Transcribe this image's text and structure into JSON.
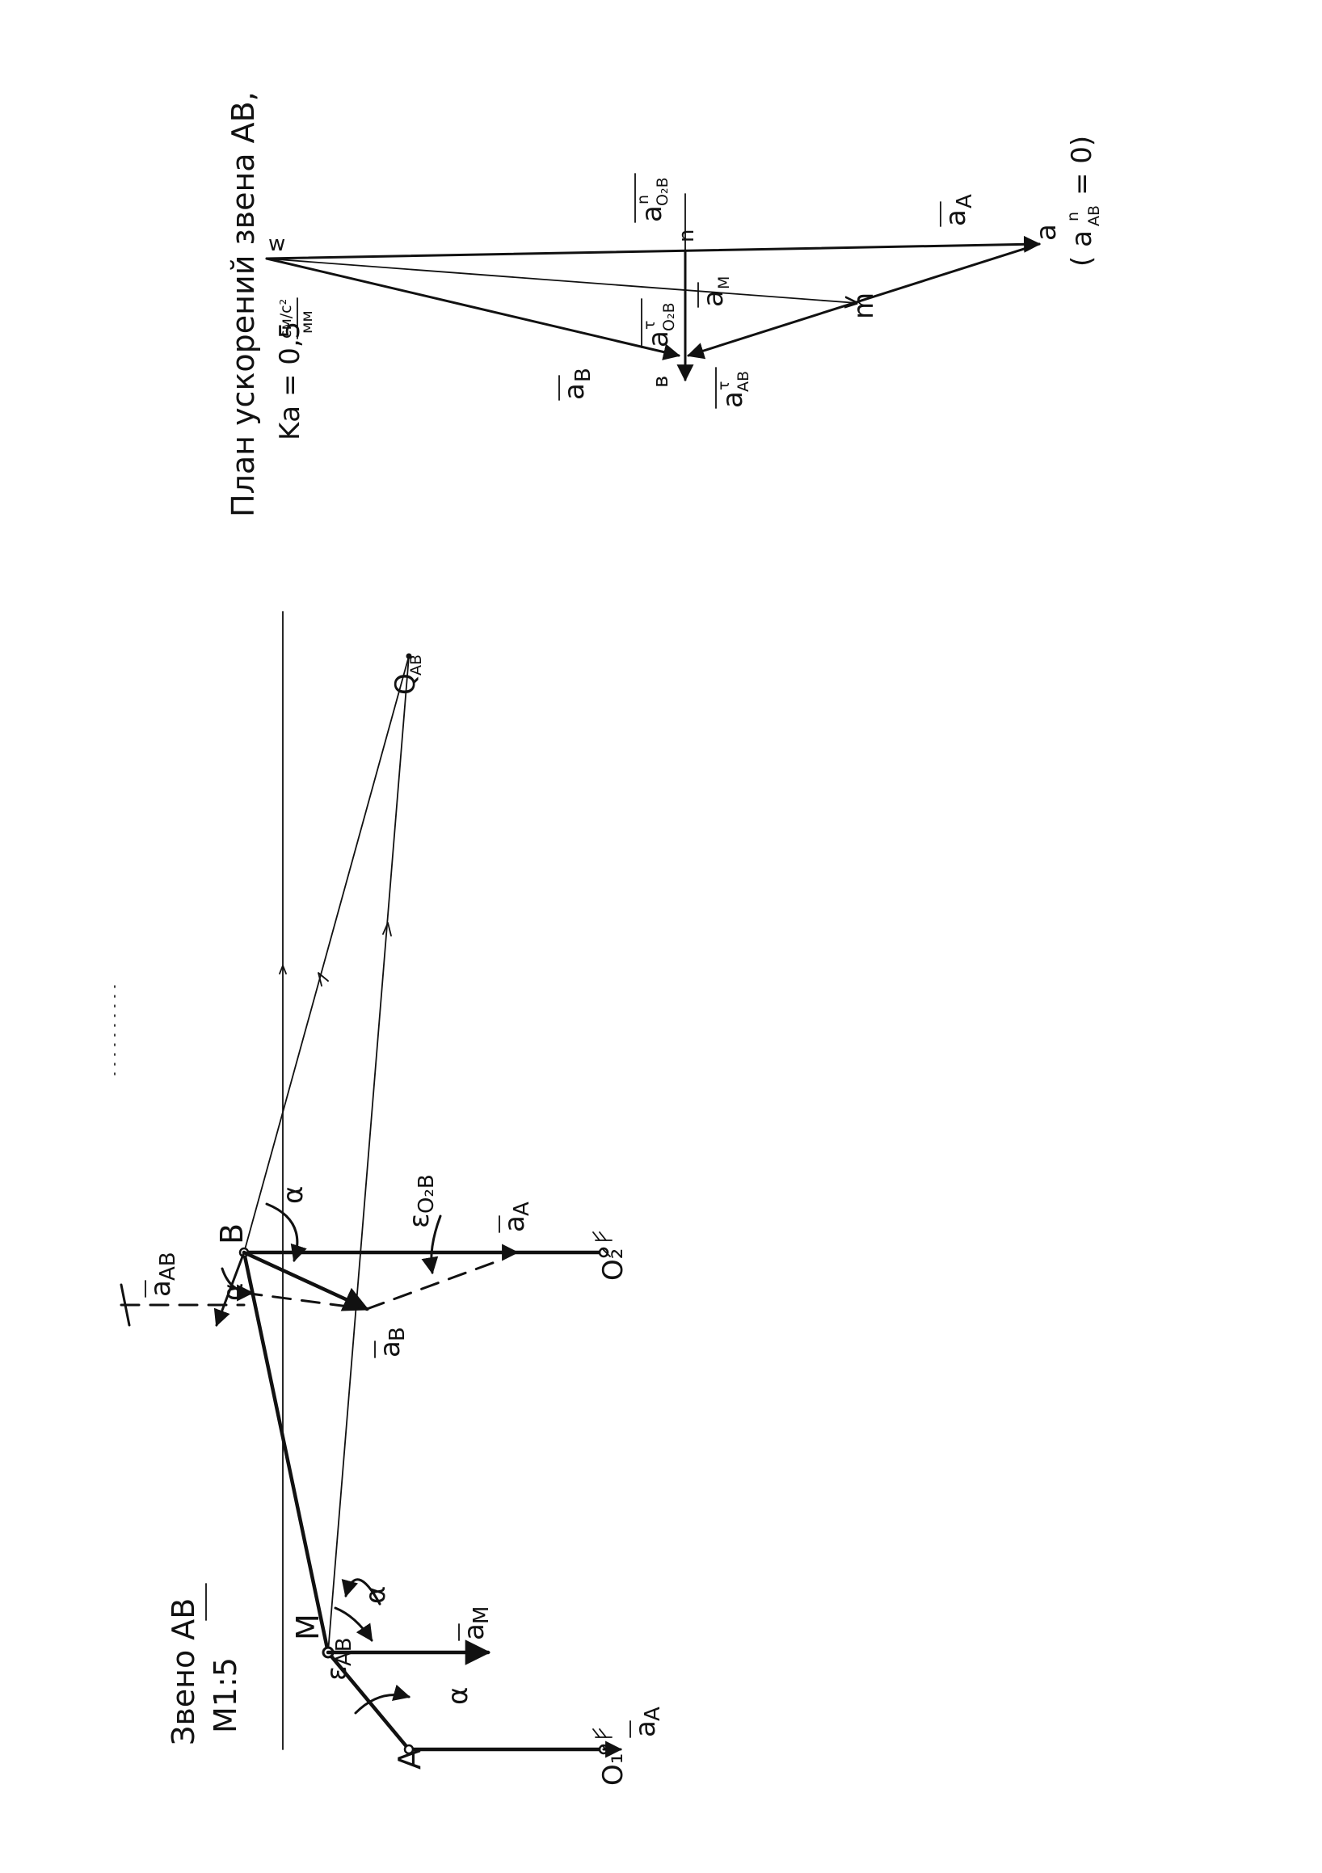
{
  "link_drawing": {
    "title": "Звено АВ",
    "scale": "М1:5",
    "points": {
      "A": "A",
      "M": "M",
      "B": "B",
      "O1": "O₁",
      "O2": "O₂",
      "Q": "Q"
    },
    "q_subscript": "AB",
    "vectors": {
      "aA_base": "a",
      "aA_sub": "A",
      "aM_base": "a",
      "aM_sub": "M",
      "aB_base": "a",
      "aB_sub": "B",
      "aAB_base": "a",
      "aAB_sub": "AB"
    },
    "angles": {
      "alpha": "α"
    },
    "eps_AB_base": "ε",
    "eps_AB_sub": "AB",
    "eps_O2B_base": "ε",
    "eps_O2B_sub": "O₂B"
  },
  "acceleration_plan": {
    "title_line1": "План ускорений звена АВ,",
    "title_line2": "Kа = 0,5",
    "scale_units": "см/с²",
    "scale_units_den": "мм",
    "poles": {
      "w": "w",
      "n": "n",
      "a": "a",
      "b": "в",
      "m": "m"
    },
    "note": "( a",
    "note_sub": "AB",
    "note_sup": "n",
    "note_tail": " = 0)",
    "vectors": {
      "a_O2B_n_sub": "O₂B",
      "a_O2B_t_sub": "O₂B",
      "a_AB_t_sub": "AB",
      "a_M_sub": "M",
      "a_A_sub": "A",
      "a_B_sub": "B",
      "sup_n": "n",
      "sup_t": "τ",
      "base": "a"
    }
  }
}
